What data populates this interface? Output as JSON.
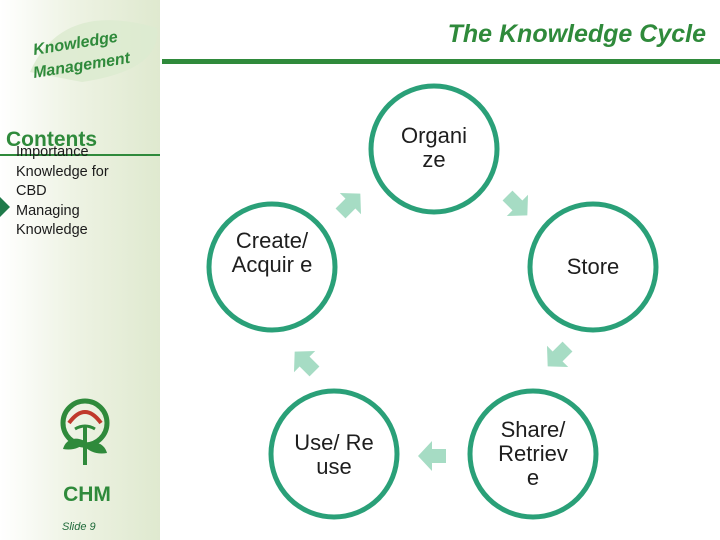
{
  "logo": {
    "line1": "Knowledge",
    "line2": "Management"
  },
  "title": "The Knowledge Cycle",
  "sidebar": {
    "heading": "Contents",
    "items": [
      {
        "label": "Importance"
      },
      {
        "label": "Knowledge for"
      },
      {
        "label": "CBD"
      },
      {
        "label": "Managing"
      },
      {
        "label": "Knowledge"
      }
    ],
    "current_item_marker": "triangle-arrow-icon"
  },
  "chm_logo": {
    "label": "CHM",
    "icon": "chm-globe-plant-icon"
  },
  "slide_number": "Slide 9",
  "cycle": {
    "nodes": [
      {
        "id": "organize",
        "label": "Organi ze"
      },
      {
        "id": "store",
        "label": "Store"
      },
      {
        "id": "share",
        "label": "Share/ Retriev e"
      },
      {
        "id": "use",
        "label": "Use/ Reuse"
      },
      {
        "id": "create",
        "label": "Create/ Acquir e"
      }
    ],
    "arrow_icon": "cycle-arrow-icon"
  },
  "colors": {
    "accent": "#2f8a3b",
    "circle_stroke": "#2aa078",
    "arrow_fill": "#a6dcc4",
    "logo_text": "#2f8a3b"
  }
}
